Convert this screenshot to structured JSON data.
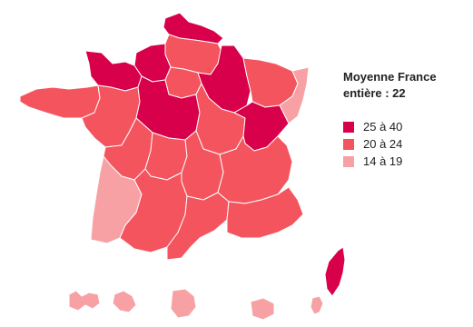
{
  "legend": {
    "title_line1": "Moyenne France",
    "title_line2": "entière : 22",
    "classes": [
      {
        "label": "25 à 40",
        "color": "#d8004a"
      },
      {
        "label": "20 à 24",
        "color": "#f4545d"
      },
      {
        "label": "14 à 19",
        "color": "#f7a1a4"
      }
    ]
  },
  "map": {
    "regions": [
      {
        "name": "nord-pas-de-calais",
        "class": 0
      },
      {
        "name": "picardie",
        "class": 1
      },
      {
        "name": "haute-normandie",
        "class": 0
      },
      {
        "name": "basse-normandie",
        "class": 0
      },
      {
        "name": "ile-de-france",
        "class": 1
      },
      {
        "name": "champagne-ardenne",
        "class": 0
      },
      {
        "name": "lorraine",
        "class": 1
      },
      {
        "name": "alsace",
        "class": 2
      },
      {
        "name": "bretagne",
        "class": 1
      },
      {
        "name": "pays-de-la-loire",
        "class": 1
      },
      {
        "name": "centre",
        "class": 0
      },
      {
        "name": "bourgogne",
        "class": 1
      },
      {
        "name": "franche-comte",
        "class": 0
      },
      {
        "name": "poitou-charentes",
        "class": 1
      },
      {
        "name": "limousin",
        "class": 1
      },
      {
        "name": "auvergne",
        "class": 1
      },
      {
        "name": "rhone-alpes",
        "class": 1
      },
      {
        "name": "aquitaine",
        "class": 2
      },
      {
        "name": "midi-pyrenees",
        "class": 1
      },
      {
        "name": "languedoc-roussillon",
        "class": 1
      },
      {
        "name": "provence-alpes-cote-dazur",
        "class": 1
      },
      {
        "name": "corse",
        "class": 0
      },
      {
        "name": "guadeloupe",
        "class": 2
      },
      {
        "name": "martinique",
        "class": 2
      },
      {
        "name": "guyane",
        "class": 2
      },
      {
        "name": "reunion",
        "class": 2
      },
      {
        "name": "mayotte",
        "class": 2
      }
    ]
  }
}
